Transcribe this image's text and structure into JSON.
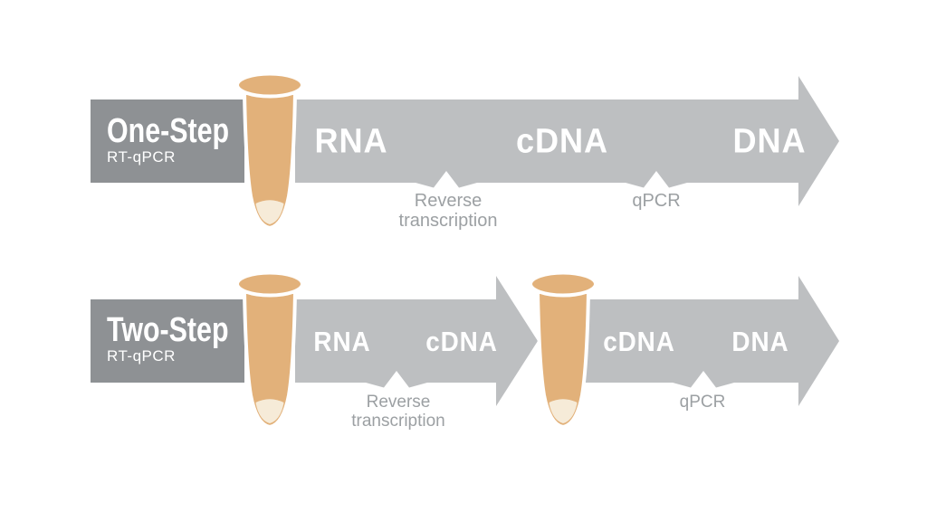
{
  "colors": {
    "background": "#ffffff",
    "label_box_gray": "#8e9194",
    "arrow_gray": "#bdbfc1",
    "stage_text": "#ffffff",
    "annotation_gray": "#9ca0a3",
    "tube_orange": "#e2b17a",
    "tube_liquid_cream": "#f6ebd8"
  },
  "one_step": {
    "title": "One-Step",
    "subtitle": "RT-qPCR",
    "stage_rna": "RNA",
    "stage_cdna": "cDNA",
    "stage_dna": "DNA",
    "step_rt_line1": "Reverse",
    "step_rt_line2": "transcription",
    "step_qpcr": "qPCR"
  },
  "two_step": {
    "title": "Two-Step",
    "subtitle": "RT-qPCR",
    "arrow1_stage_rna": "RNA",
    "arrow1_stage_cdna": "cDNA",
    "arrow2_stage_cdna": "cDNA",
    "arrow2_stage_dna": "DNA",
    "step_rt_line1": "Reverse",
    "step_rt_line2": "transcription",
    "step_qpcr": "qPCR"
  }
}
